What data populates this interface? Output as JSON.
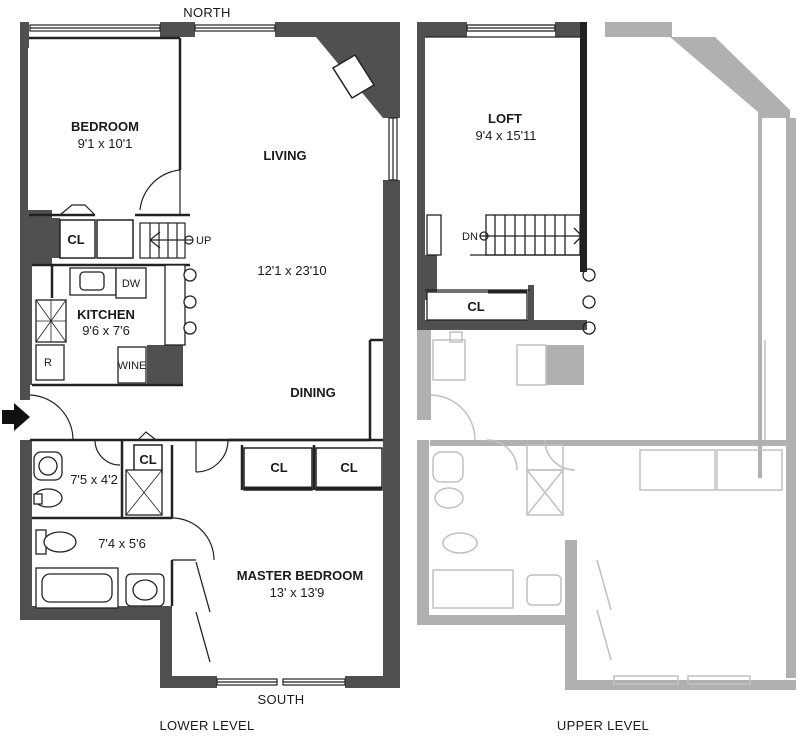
{
  "compass": {
    "north": "NORTH",
    "south": "SOUTH"
  },
  "levels": {
    "lower": "LOWER LEVEL",
    "upper": "UPPER LEVEL"
  },
  "rooms": {
    "bedroom": {
      "name": "BEDROOM",
      "dims": "9'1 x 10'1"
    },
    "living": {
      "name": "LIVING",
      "dims": "12'1 x 23'10"
    },
    "kitchen": {
      "name": "KITCHEN",
      "dims": "9'6 x 7'6"
    },
    "dining": {
      "name": "DINING"
    },
    "bath1": {
      "dims": "7'5 x 4'2"
    },
    "bath2": {
      "dims": "7'4 x 5'6"
    },
    "master": {
      "name": "MASTER BEDROOM",
      "dims": "13' x 13'9"
    },
    "loft": {
      "name": "LOFT",
      "dims": "9'4 x 15'11"
    }
  },
  "labels": {
    "closet": "CL",
    "dishwasher": "DW",
    "wine": "WINE",
    "refrigerator": "R",
    "stairs_up": "UP",
    "stairs_down": "DN"
  },
  "colors": {
    "wall": "#505050",
    "ghost": "#b5b5b5",
    "line": "#222222"
  }
}
